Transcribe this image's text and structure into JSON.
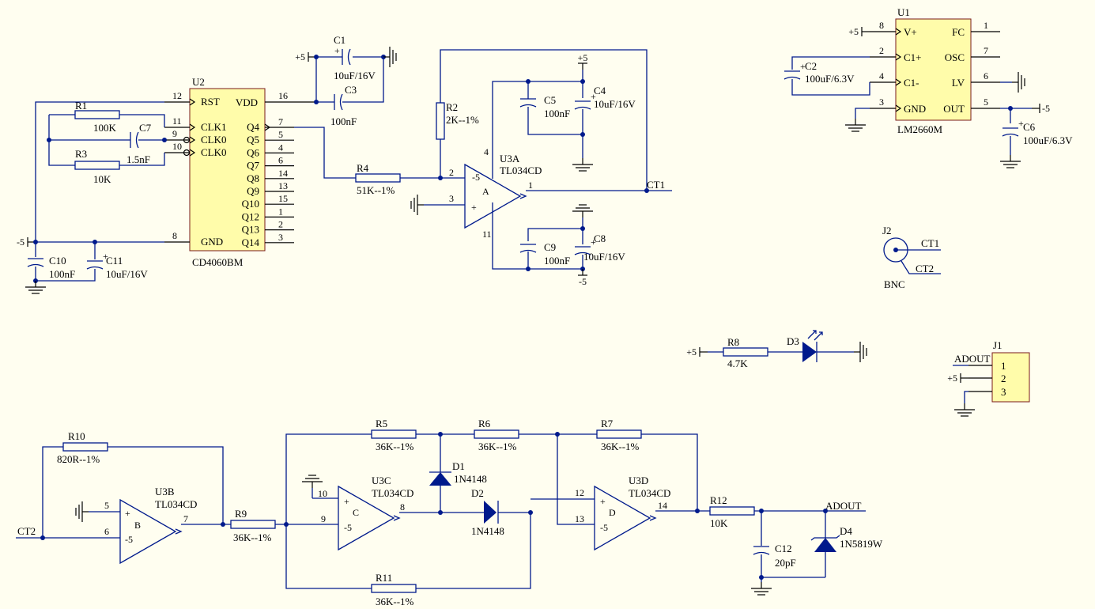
{
  "colors": {
    "wire": "#001a8c",
    "net": "#8b0000",
    "ic_fill": "#fffcaa",
    "ic_border": "#7a1a1a",
    "background": "#fffef0"
  },
  "u2": {
    "ref": "U2",
    "part": "CD4060BM",
    "left_pins": [
      {
        "num": "12",
        "name": "RST"
      },
      {
        "num": "11",
        "name": "CLK1"
      },
      {
        "num": "9",
        "name": "CLK0"
      },
      {
        "num": "10",
        "name": "CLK0"
      },
      {
        "num": "8",
        "name": "GND"
      }
    ],
    "vdd": {
      "num": "16",
      "name": "VDD"
    },
    "right_pins": [
      {
        "num": "7",
        "name": "Q4"
      },
      {
        "num": "5",
        "name": "Q5"
      },
      {
        "num": "4",
        "name": "Q6"
      },
      {
        "num": "6",
        "name": "Q7"
      },
      {
        "num": "14",
        "name": "Q8"
      },
      {
        "num": "13",
        "name": "Q9"
      },
      {
        "num": "15",
        "name": "Q10"
      },
      {
        "num": "1",
        "name": "Q12"
      },
      {
        "num": "2",
        "name": "Q13"
      },
      {
        "num": "3",
        "name": "Q14"
      }
    ]
  },
  "u1": {
    "ref": "U1",
    "part": "LM2660M",
    "left_pins": [
      {
        "num": "8",
        "name": "V+"
      },
      {
        "num": "2",
        "name": "C1+"
      },
      {
        "num": "4",
        "name": "C1-"
      },
      {
        "num": "3",
        "name": "GND"
      }
    ],
    "right_pins": [
      {
        "num": "1",
        "name": "FC"
      },
      {
        "num": "7",
        "name": "OSC"
      },
      {
        "num": "6",
        "name": "LV"
      },
      {
        "num": "5",
        "name": "OUT"
      }
    ]
  },
  "j1": {
    "ref": "J1",
    "pins": [
      "1",
      "2",
      "3"
    ]
  },
  "j2": {
    "ref": "J2",
    "part": "BNC"
  },
  "opamps": [
    {
      "ref": "U3A",
      "part": "TL034CD",
      "unit": "A",
      "in_neg": "2",
      "in_pos": "3",
      "out": "1",
      "vpos": "4",
      "vneg": "11"
    },
    {
      "ref": "U3B",
      "part": "TL034CD",
      "unit": "B",
      "in_pos": "5",
      "in_neg": "6",
      "out": "7"
    },
    {
      "ref": "U3C",
      "part": "TL034CD",
      "unit": "C",
      "in_pos": "10",
      "in_neg": "9",
      "out": "8"
    },
    {
      "ref": "U3D",
      "part": "TL034CD",
      "unit": "D",
      "in_pos": "12",
      "in_neg": "13",
      "out": "14"
    }
  ],
  "resistors": [
    {
      "ref": "R1",
      "value": "100K"
    },
    {
      "ref": "R3",
      "value": "10K"
    },
    {
      "ref": "R2",
      "value": "2K--1%"
    },
    {
      "ref": "R4",
      "value": "51K--1%"
    },
    {
      "ref": "R8",
      "value": "4.7K"
    },
    {
      "ref": "R10",
      "value": "820R--1%"
    },
    {
      "ref": "R9",
      "value": "36K--1%"
    },
    {
      "ref": "R5",
      "value": "36K--1%"
    },
    {
      "ref": "R6",
      "value": "36K--1%"
    },
    {
      "ref": "R7",
      "value": "36K--1%"
    },
    {
      "ref": "R11",
      "value": "36K--1%"
    },
    {
      "ref": "R12",
      "value": "10K"
    }
  ],
  "capacitors": [
    {
      "ref": "C1",
      "value": "10uF/16V"
    },
    {
      "ref": "C3",
      "value": "100nF"
    },
    {
      "ref": "C7",
      "value": "1.5nF"
    },
    {
      "ref": "C10",
      "value": "100nF"
    },
    {
      "ref": "C11",
      "value": "10uF/16V"
    },
    {
      "ref": "C5",
      "value": "100nF"
    },
    {
      "ref": "C4",
      "value": "10uF/16V"
    },
    {
      "ref": "C9",
      "value": "100nF"
    },
    {
      "ref": "C8",
      "value": "10uF/16V"
    },
    {
      "ref": "C2",
      "value": "100uF/6.3V"
    },
    {
      "ref": "C6",
      "value": "100uF/6.3V"
    },
    {
      "ref": "C12",
      "value": "20pF"
    }
  ],
  "diodes": [
    {
      "ref": "D1",
      "value": "1N4148"
    },
    {
      "ref": "D2",
      "value": "1N4148"
    },
    {
      "ref": "D3",
      "value": ""
    },
    {
      "ref": "D4",
      "value": "1N5819W"
    }
  ],
  "nets": {
    "ct1": "CT1",
    "ct2": "CT2",
    "adout": "ADOUT",
    "plus5": "+5",
    "minus5": "-5",
    "polarity": "+"
  }
}
